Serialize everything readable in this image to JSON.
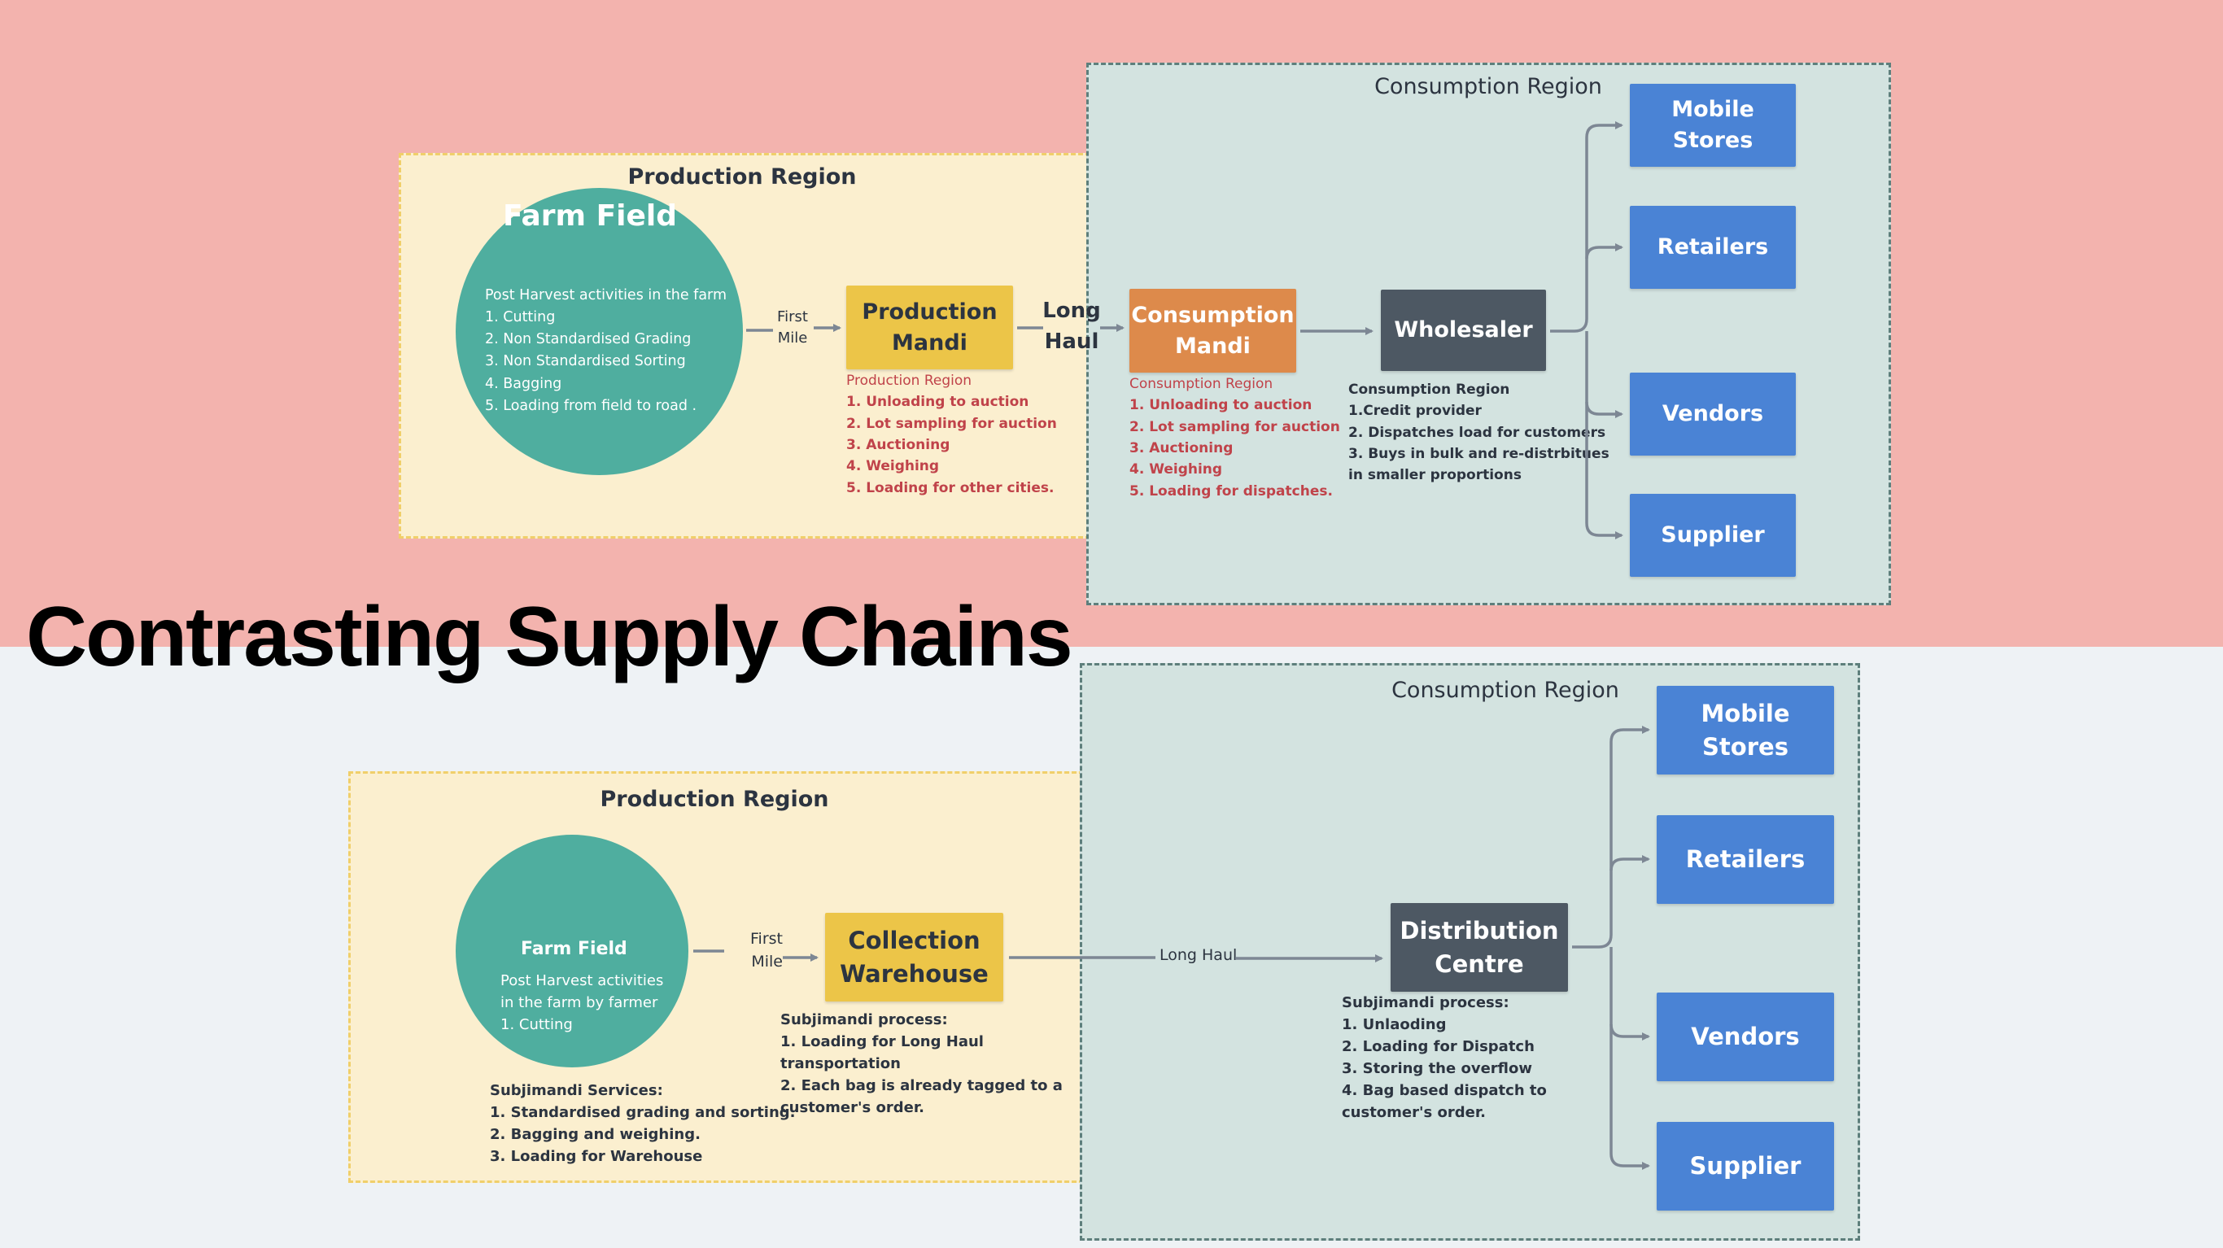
{
  "title": "Contrasting Supply Chains",
  "top": {
    "production_region": "Production Region",
    "consumption_region": "Consumption Region",
    "farm": {
      "title": "Farm Field",
      "heading": "Post Harvest activities in the farm",
      "items": [
        "1. Cutting",
        "2. Non Standardised Grading",
        "3. Non Standardised Sorting",
        "4. Bagging",
        "5. Loading from field to road ."
      ]
    },
    "first_mile": [
      "First",
      "Mile"
    ],
    "production_mandi": {
      "label": [
        "Production",
        "Mandi"
      ],
      "heading": "Production Region",
      "items": [
        "1. Unloading to auction",
        "2. Lot sampling for auction",
        "3. Auctioning",
        "4. Weighing",
        "5. Loading for other cities."
      ]
    },
    "long_haul": [
      "Long",
      "Haul"
    ],
    "consumption_mandi": {
      "label": [
        "Consumption",
        "Mandi"
      ],
      "heading": "Consumption Region",
      "items": [
        "1. Unloading to auction",
        "2. Lot sampling for auction",
        "3. Auctioning",
        "4. Weighing",
        "5. Loading for dispatches."
      ]
    },
    "wholesaler": {
      "label": "Wholesaler",
      "heading": "Consumption Region",
      "items": [
        "1.Credit provider",
        "2. Dispatches load for customers",
        "3. Buys in bulk and re-distrbitues",
        "in smaller proportions"
      ]
    },
    "destinations": [
      [
        "Mobile",
        "Stores"
      ],
      [
        "Retailers"
      ],
      [
        "Vendors"
      ],
      [
        "Supplier"
      ]
    ]
  },
  "bottom": {
    "production_region": "Production Region",
    "consumption_region": "Consumption Region",
    "farm": {
      "title": "Farm Field",
      "lines": [
        "Post Harvest activities",
        "in the farm by farmer",
        "1. Cutting"
      ]
    },
    "services": {
      "heading": "Subjimandi Services:",
      "items": [
        "1. Standardised grading and sorting.",
        "2. Bagging and weighing.",
        "3. Loading for Warehouse"
      ]
    },
    "first_mile": [
      "First",
      "Mile"
    ],
    "warehouse": {
      "label": [
        "Collection",
        "Warehouse"
      ],
      "heading": "Subjimandi process:",
      "items": [
        "1. Loading for Long Haul",
        "transportation",
        "2. Each bag is already tagged to a",
        "customer's order."
      ]
    },
    "long_haul": "Long Haul",
    "distribution": {
      "label": [
        "Distribution",
        "Centre"
      ],
      "heading": "Subjimandi process:",
      "items": [
        "1. Unlaoding",
        "2. Loading for Dispatch",
        "3. Storing the overflow",
        "4. Bag based dispatch to",
        "customer's order."
      ]
    },
    "destinations": [
      [
        "Mobile",
        "Stores"
      ],
      [
        "Retailers"
      ],
      [
        "Vendors"
      ],
      [
        "Supplier"
      ]
    ]
  },
  "colors": {
    "top_background": "#f3b3ae",
    "bottom_background": "#eef2f5",
    "production_region": "#fbefcf",
    "consumption_region": "#d3e3e0",
    "farm_circle": "#4fae9f",
    "production_mandi": "#ecc548",
    "consumption_mandi": "#dd8a4b",
    "wholesaler": "#4d5863",
    "destination": "#4a83d5",
    "red_text": "#c0434a",
    "connector": "#7d8794"
  }
}
